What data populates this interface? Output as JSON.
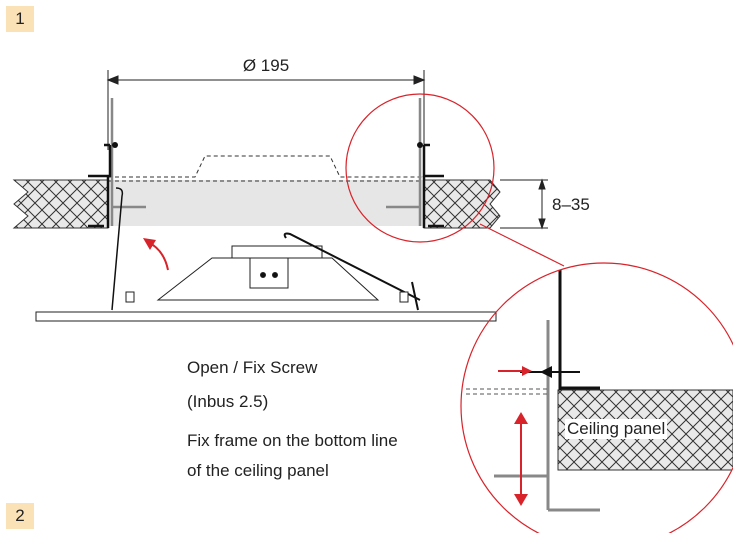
{
  "steps": {
    "step1": "1",
    "step2": "2"
  },
  "dimensions": {
    "diameter": "Ø 195",
    "thickness": "8–35"
  },
  "annotations": {
    "screw_line1": "Open / Fix Screw",
    "screw_line2": "(Inbus 2.5)",
    "fix_line1": "Fix frame on the bottom line",
    "fix_line2": "of the ceiling panel"
  },
  "labels": {
    "ceiling_panel": "Ceiling panel"
  },
  "colors": {
    "accent_red": "#d8232a",
    "badge": "#fbe2b6",
    "gap_fill": "#e6e6e6"
  }
}
